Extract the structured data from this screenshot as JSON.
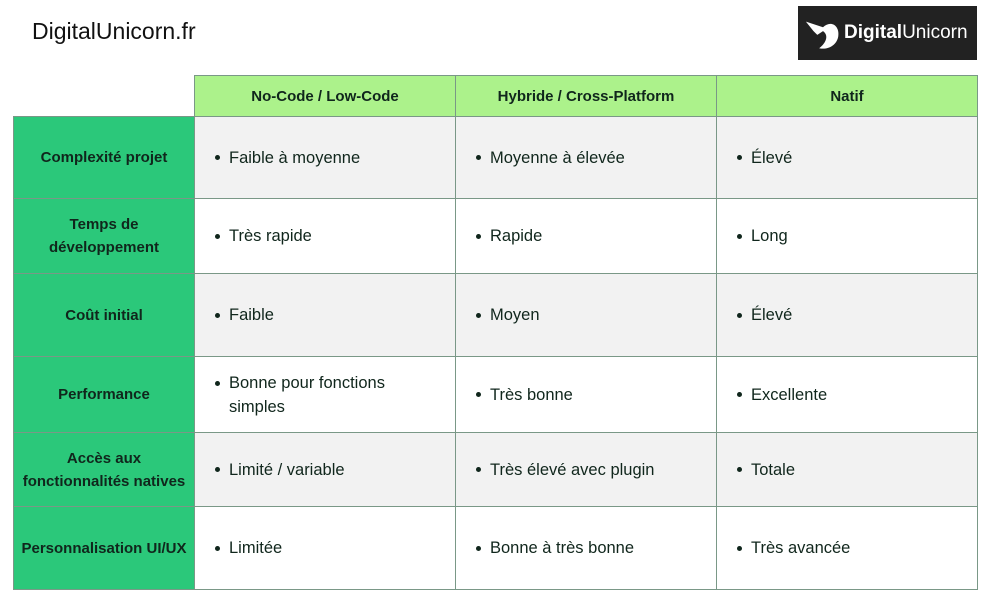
{
  "site_name": "DigitalUnicorn.fr",
  "logo": {
    "part1": "Digital",
    "part2": "Unicorn"
  },
  "columns": [
    "No-Code / Low-Code",
    "Hybride / Cross-Platform",
    "Natif"
  ],
  "rows": [
    {
      "label": "Complexité projet",
      "cells": [
        "Faible à moyenne",
        "Moyenne à élevée",
        "Élevé"
      ]
    },
    {
      "label": "Temps de développement",
      "cells": [
        "Très rapide",
        "Rapide",
        "Long"
      ]
    },
    {
      "label": "Coût initial",
      "cells": [
        "Faible",
        "Moyen",
        "Élevé"
      ]
    },
    {
      "label": "Performance",
      "cells": [
        "Bonne pour fonctions simples",
        "Très bonne",
        "Excellente"
      ]
    },
    {
      "label": "Accès aux fonctionnalités natives",
      "cells": [
        "Limité / variable",
        "Très élevé avec plugin",
        "Totale"
      ]
    },
    {
      "label": "Personnalisation UI/UX",
      "cells": [
        "Limitée",
        "Bonne à très bonne",
        "Très avancée"
      ]
    }
  ],
  "colors": {
    "header": "#acf28b",
    "row_header": "#2bc87a",
    "odd_row": "#f2f2f2"
  }
}
